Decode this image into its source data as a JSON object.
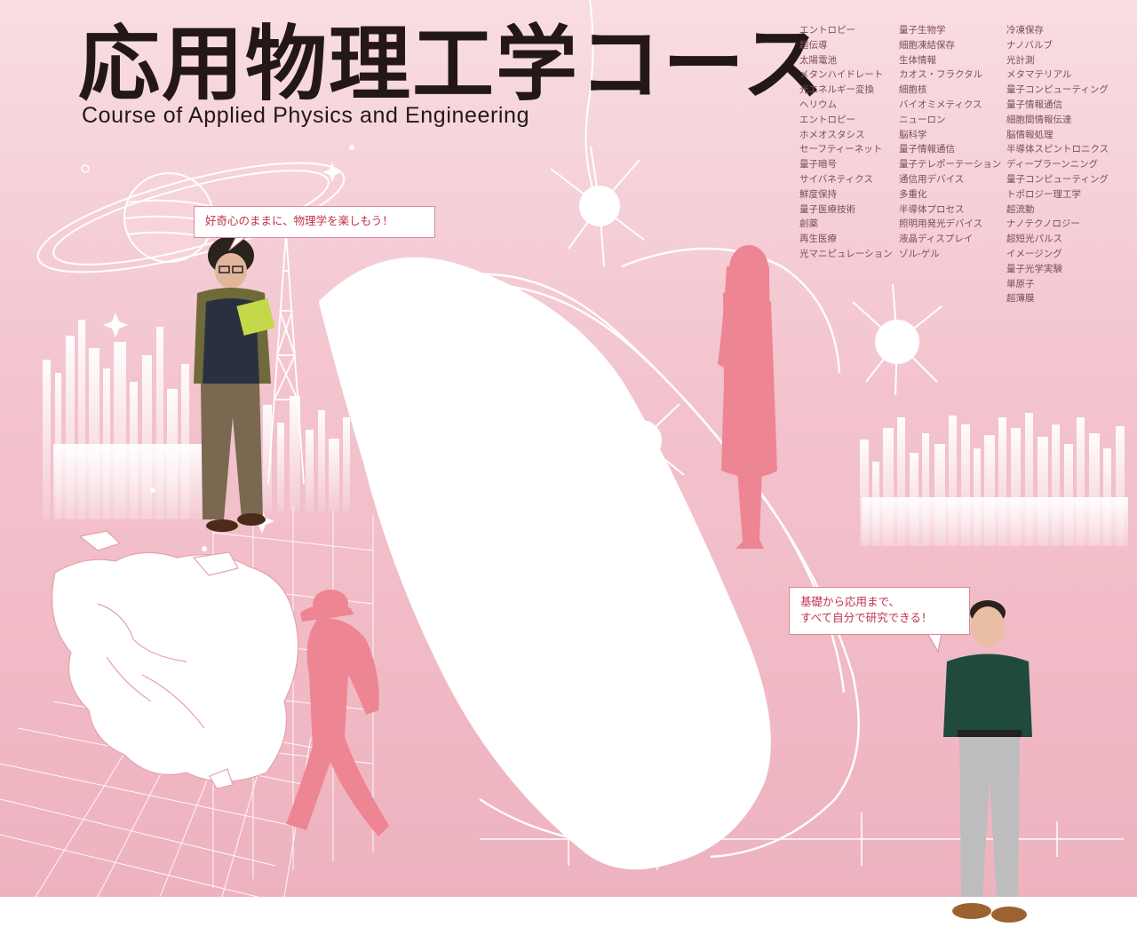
{
  "poster": {
    "title": "応用物理工学コース",
    "subtitle": "Course of Applied Physics and Engineering"
  },
  "keywords": {
    "column_1": [
      "エントロピー",
      "超伝導",
      "太陽電池",
      "メタンハイドレート",
      "光エネルギー変換",
      "ヘリウム",
      "エントロピー",
      "ホメオスタシス",
      "セーフティーネット",
      "量子暗号",
      "サイバネティクス",
      "鮮度保持",
      "量子医療技術",
      "創薬",
      "再生医療",
      "光マニピュレーション"
    ],
    "column_2": [
      "量子生物学",
      "細胞凍結保存",
      "生体情報",
      "カオス・フラクタル",
      "細胞核",
      "バイオミメティクス",
      "ニューロン",
      "脳科学",
      "量子情報通信",
      "量子テレポーテーション",
      "通信用デバイス",
      "多重化",
      "半導体プロセス",
      "照明用発光デバイス",
      "液晶ディスプレイ",
      "ゾル-ゲル"
    ],
    "column_3": [
      "冷凍保存",
      "ナノバルブ",
      "光計測",
      "メタマテリアル",
      "量子コンピューティング",
      "量子情報通信",
      "細胞間情報伝達",
      "脳情報処理",
      "半導体スピントロニクス",
      "ディープラーンニング",
      "量子コンピューティング",
      "トポロジー理工学",
      "超流動",
      "ナノテクノロジー",
      "超短光パルス",
      "イメージング",
      "量子光学実験",
      "単原子",
      "超薄膜"
    ]
  },
  "speech_bubbles": {
    "student_1": "好奇心のままに、物理学を楽しもう！",
    "student_2_line_1": "基礎から応用まで、",
    "student_2_line_2": "すべて自分で研究できる！"
  },
  "colors": {
    "background_top": "#f8dde3",
    "background_bottom": "#eeb2bf",
    "silhouette": "#ee8592",
    "line_art": "#ffffff",
    "accent_text": "#c0304a",
    "title_text": "#231815"
  }
}
